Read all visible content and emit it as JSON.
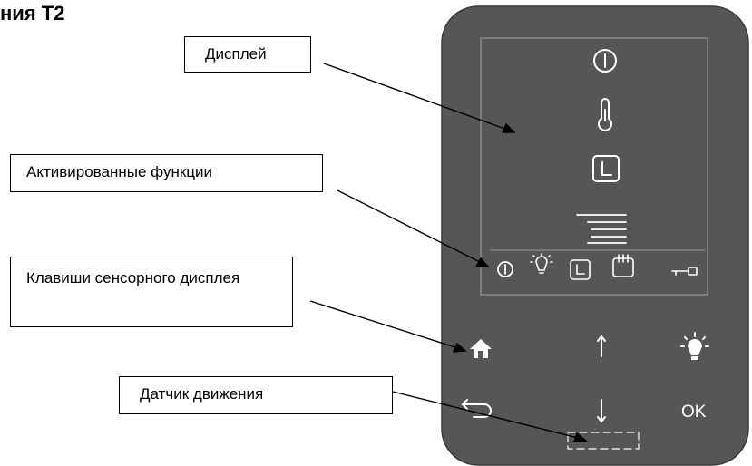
{
  "heading": "ния Т2",
  "callouts": {
    "display": "Дисплей",
    "activated_functions": "Активированные функции",
    "touch_keys": "Клавиши сенсорного дисплея",
    "motion_sensor": "Датчик движения"
  },
  "device": {
    "body_color": "#565656",
    "screen_border_color": "#8a8a8a",
    "icon_color": "#ffffff",
    "display_icons": [
      "power-icon",
      "thermometer-icon",
      "clock-icon",
      "menu-lines-icon"
    ],
    "status_icons": [
      "power-icon",
      "light-icon",
      "clock-icon",
      "calendar-icon",
      "key-icon"
    ],
    "buttons": [
      {
        "icon": "home-icon"
      },
      {
        "icon": "arrow-up-icon"
      },
      {
        "icon": "light-icon"
      },
      {
        "icon": "back-icon"
      },
      {
        "icon": "arrow-down-icon"
      },
      {
        "label": "OK"
      }
    ]
  }
}
